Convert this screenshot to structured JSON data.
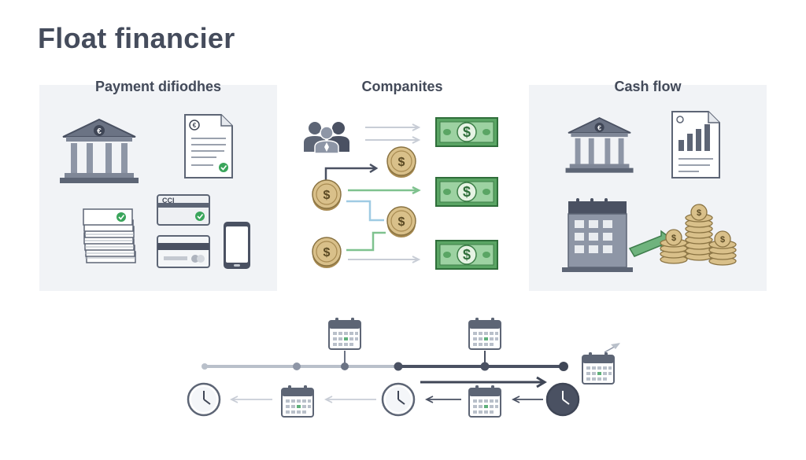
{
  "title": "Float financier",
  "panels": [
    {
      "title": "Payment difiodhes"
    },
    {
      "title": "Companites"
    },
    {
      "title": "Cash flow"
    }
  ],
  "card_label": "CCI",
  "currency_symbol": "$",
  "euro_symbol": "€",
  "colors": {
    "slate": "#5d6575",
    "dark": "#3f4656",
    "money_green": "#4f9a5a",
    "coin_gold": "#d2b77c",
    "check_green": "#3aa55b",
    "arrow_light": "#c8cdd6",
    "arrow_blue": "#9fcbe3",
    "arrow_green": "#7fc28f"
  },
  "icons": [
    "bank-icon",
    "invoice-icon",
    "paper-stack-icon",
    "credit-card-icon",
    "smartphone-icon",
    "people-icon",
    "coin-icon",
    "banknote-icon",
    "report-chart-icon",
    "office-building-icon",
    "coin-stack-icon",
    "calendar-icon",
    "clock-icon",
    "fishing-calendar-icon"
  ]
}
